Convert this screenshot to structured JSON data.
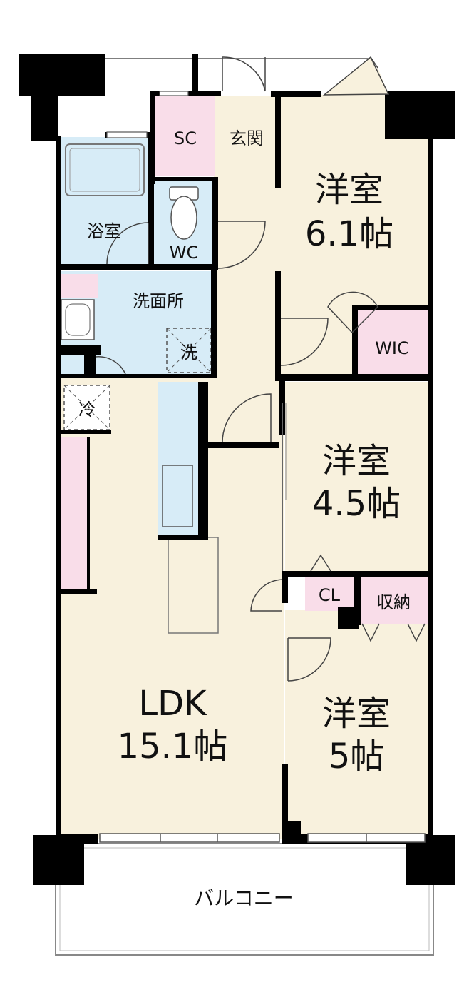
{
  "colors": {
    "wall": "#000000",
    "living_floor": "#f8f1dd",
    "wet_area": "#d7ecf7",
    "storage": "#f9dde9",
    "balcony": "#ffffff"
  },
  "rooms": {
    "ldk": {
      "name": "LDK",
      "size": "15.1帖"
    },
    "western1": {
      "name": "洋室",
      "size": "6.1帖"
    },
    "western2": {
      "name": "洋室",
      "size": "4.5帖"
    },
    "western3": {
      "name": "洋室",
      "size": "5帖"
    },
    "bath": {
      "name": "浴室"
    },
    "washroom": {
      "name": "洗面所"
    },
    "toilet": {
      "name": "WC"
    },
    "shoe_closet": {
      "name": "SC"
    },
    "entrance": {
      "name": "玄関"
    },
    "wic": {
      "name": "WIC"
    },
    "closet": {
      "name": "CL"
    },
    "storage": {
      "name": "収納"
    },
    "fridge": {
      "name": "冷"
    },
    "washer": {
      "name": "洗"
    },
    "balcony": {
      "name": "バルコニー"
    }
  }
}
